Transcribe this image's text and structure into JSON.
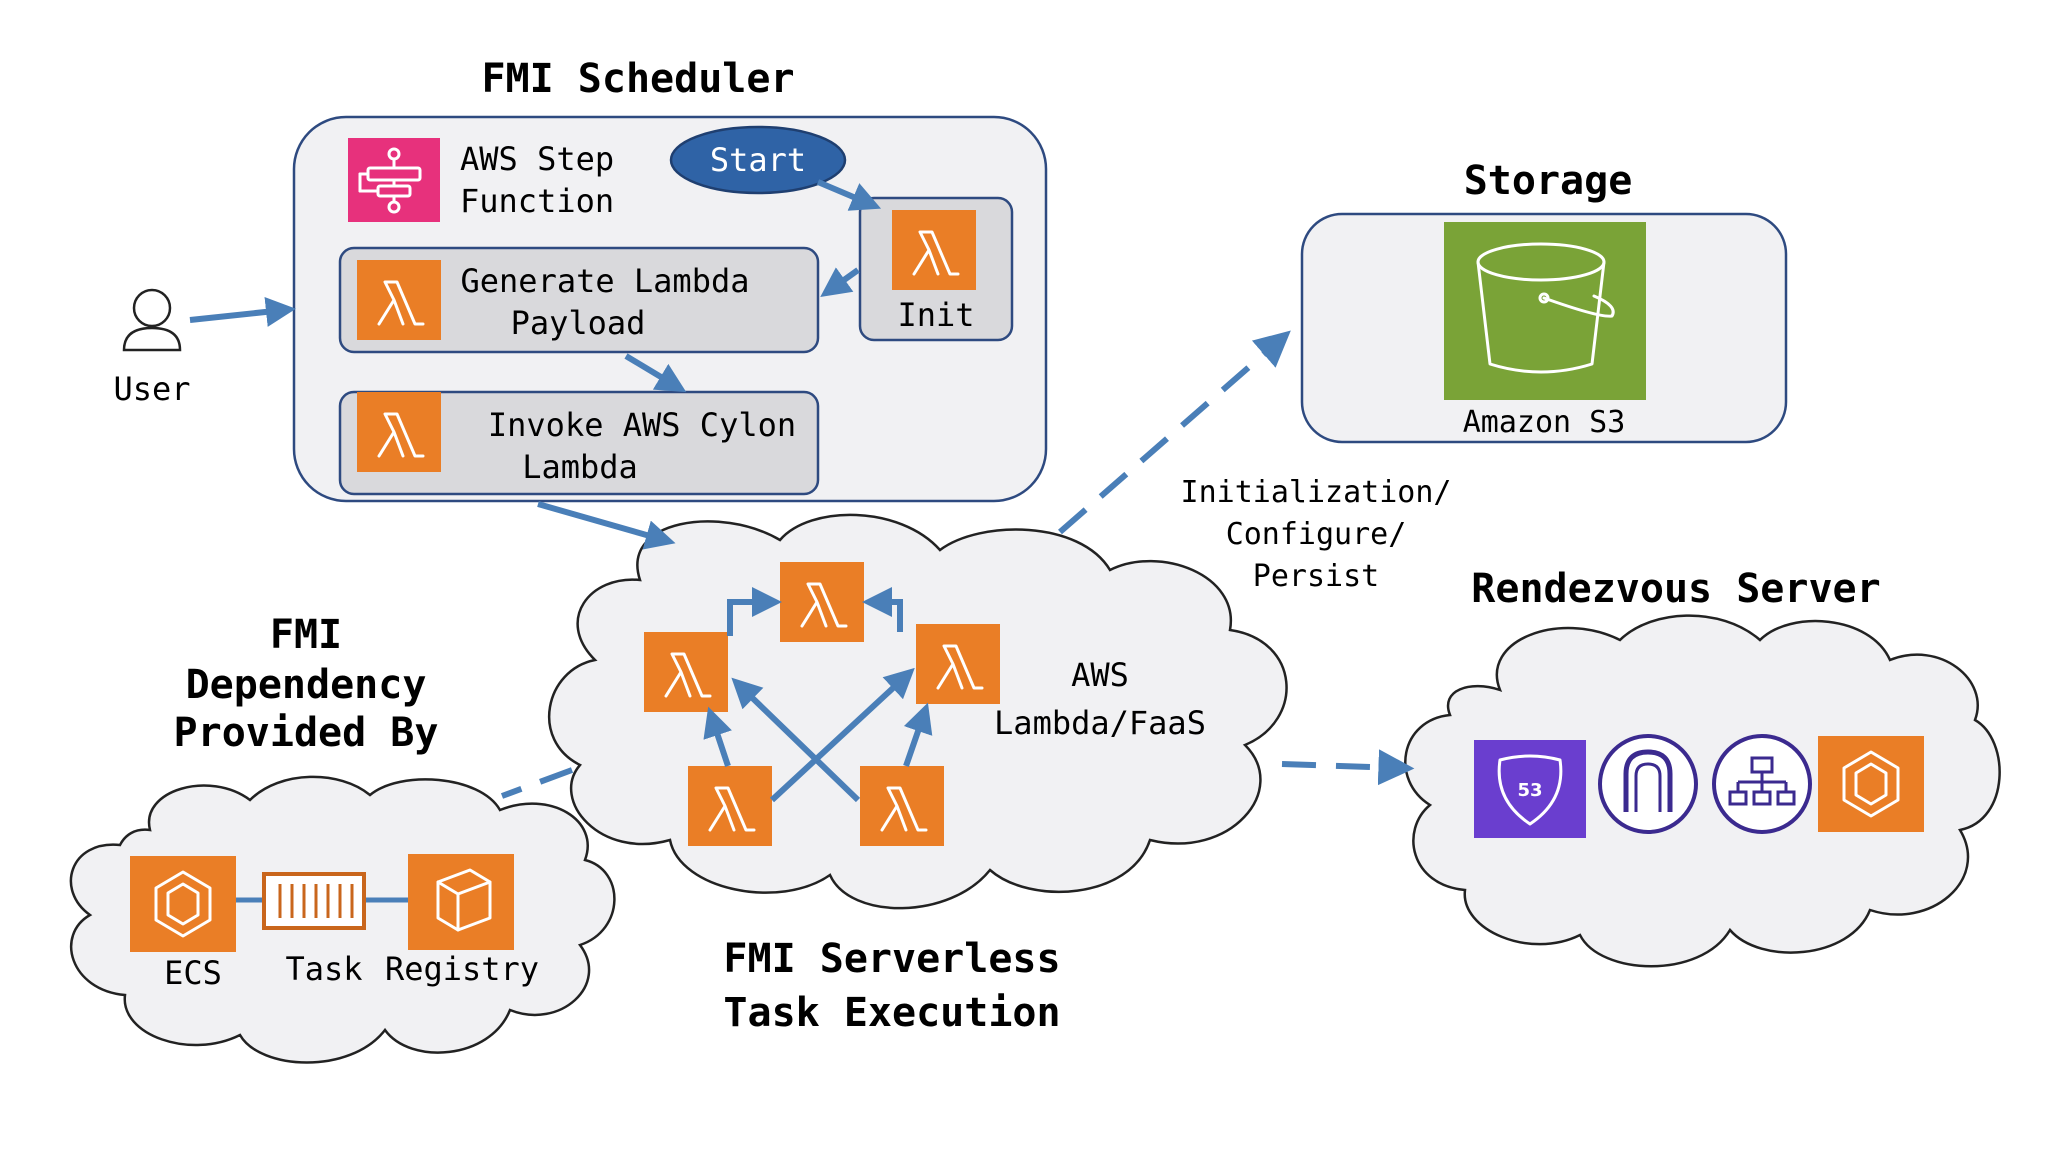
{
  "scheduler": {
    "title": "FMI Scheduler",
    "step_function_label_1": "AWS Step",
    "step_function_label_2": "Function",
    "start_label": "Start",
    "init_label": "Init",
    "generate_label_1": "Generate Lambda",
    "generate_label_2": "Payload",
    "invoke_label_1": "Invoke AWS Cylon",
    "invoke_label_2": "Lambda"
  },
  "user": {
    "label": "User"
  },
  "storage": {
    "title": "Storage",
    "s3_label": "Amazon S3"
  },
  "edge_labels": {
    "init_1": "Initialization/",
    "init_2": "Configure/",
    "init_3": "Persist"
  },
  "faas": {
    "label_1": "AWS",
    "label_2": "Lambda/FaaS",
    "title_1": "FMI Serverless",
    "title_2": "Task Execution"
  },
  "dependency": {
    "title_1": "FMI",
    "title_2": "Dependency",
    "title_3": "Provided By",
    "ecs_label": "ECS",
    "task_label": "Task",
    "registry_label": "Registry"
  },
  "rendezvous": {
    "title": "Rendezvous Server",
    "route53_label": "53"
  },
  "colors": {
    "lambda_orange": "#ea7e26",
    "step_pink": "#e7317c",
    "s3_green": "#7aa337",
    "route53_purple": "#6a3ecf",
    "arrow_blue": "#4a7fb8",
    "start_blue": "#2f63a6"
  }
}
